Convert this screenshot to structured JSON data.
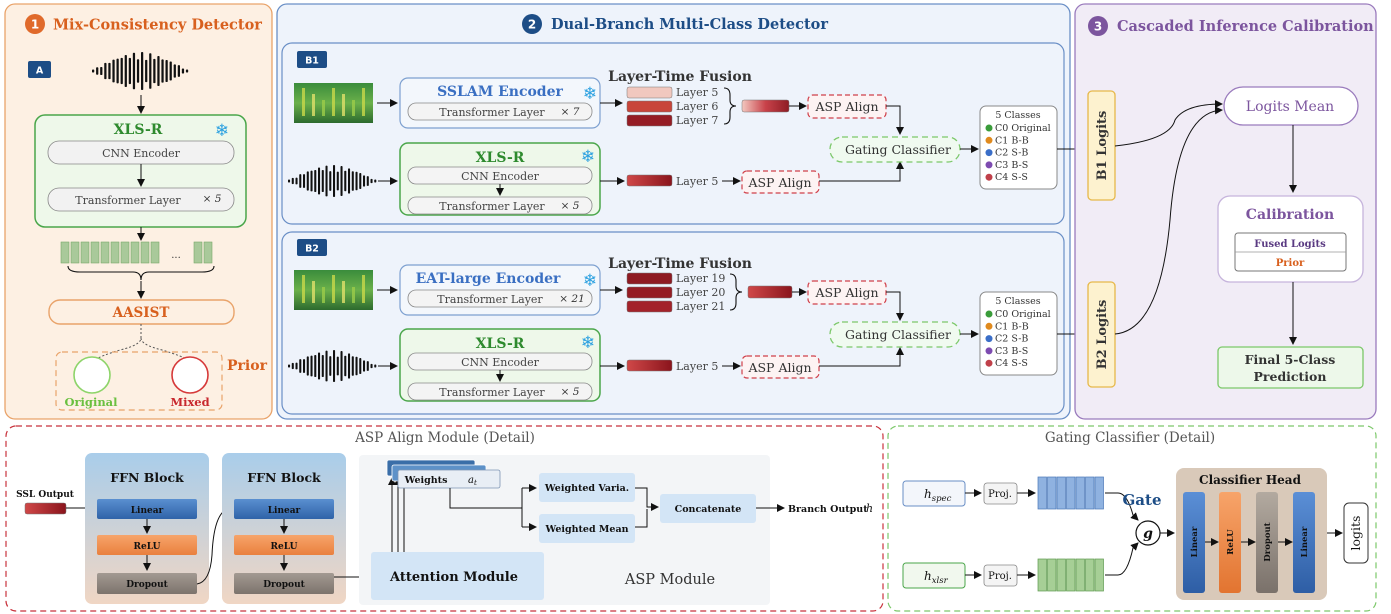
{
  "panel1": {
    "number": "1",
    "title": "Mix-Consistency Detector",
    "tag": "A",
    "xlsr_title": "XLS-R",
    "cnn_encoder": "CNN Encoder",
    "transformer_layer": "Transformer Layer",
    "transformer_mult": "× 5",
    "ellipsis": "...",
    "aasist": "AASIST",
    "prior_label": "Prior",
    "original": "Original",
    "mixed": "Mixed"
  },
  "panel2": {
    "number": "2",
    "title": "Dual-Branch Multi-Class Detector",
    "b1": {
      "tag": "B1",
      "encoder_title": "SSLAM Encoder",
      "encoder_sub": "Transformer Layer",
      "encoder_mult": "× 7",
      "fusion_title": "Layer-Time Fusion",
      "layers": [
        "Layer 5",
        "Layer 6",
        "Layer 7"
      ],
      "xlsr_title": "XLS-R",
      "cnn_encoder": "CNN Encoder",
      "transformer_layer": "Transformer Layer",
      "transformer_mult": "× 5",
      "xlsr_layer": "Layer 5"
    },
    "b2": {
      "tag": "B2",
      "encoder_title": "EAT-large Encoder",
      "encoder_sub": "Transformer Layer",
      "encoder_mult": "× 21",
      "fusion_title": "Layer-Time Fusion",
      "layers": [
        "Layer 19",
        "Layer 20",
        "Layer 21"
      ],
      "xlsr_title": "XLS-R",
      "cnn_encoder": "CNN Encoder",
      "transformer_layer": "Transformer Layer",
      "transformer_mult": "× 5",
      "xlsr_layer": "Layer 5"
    },
    "asp_align": "ASP Align",
    "gating_classifier": "Gating Classifier",
    "classes_title": "5 Classes",
    "classes": [
      {
        "label": "C0 Original",
        "color": "#3a9c3a"
      },
      {
        "label": "C1 B-B",
        "color": "#e08a1e"
      },
      {
        "label": "C2 S-B",
        "color": "#3a6ec8"
      },
      {
        "label": "C3 B-S",
        "color": "#7d4bb0"
      },
      {
        "label": "C4 S-S",
        "color": "#c0404a"
      }
    ]
  },
  "panel3": {
    "number": "3",
    "title": "Cascaded Inference Calibration",
    "b1_logits": "B1 Logits",
    "b2_logits": "B2 Logits",
    "logits_mean": "Logits Mean",
    "calibration": "Calibration",
    "fused_logits": "Fused Logits",
    "prior": "Prior",
    "final_line1": "Final 5-Class",
    "final_line2": "Prediction"
  },
  "asp_detail": {
    "title": "ASP Align Module (Detail)",
    "ssl_output": "SSL Output",
    "ffn_block": "FFN Block",
    "linear": "Linear",
    "relu": "ReLU",
    "dropout": "Dropout",
    "weights": "Weights",
    "weights_sym": "a",
    "weights_sub": "t",
    "weighted_varia": "Weighted Varia.",
    "weighted_mean": "Weighted Mean",
    "concatenate": "Concatenate",
    "branch_output": "Branch Output",
    "branch_sym": "h",
    "attention_module": "Attention Module",
    "asp_module": "ASP Module"
  },
  "gating_detail": {
    "title": "Gating Classifier (Detail)",
    "h_spec": "h",
    "h_spec_sub": "spec",
    "h_xlsr": "h",
    "h_xlsr_sub": "xlsr",
    "proj": "Proj.",
    "gate": "Gate",
    "g": "g",
    "classifier_head": "Classifier Head",
    "head_layers": [
      "Linear",
      "ReLU",
      "Dropout",
      "Linear"
    ],
    "logits": "logits"
  }
}
